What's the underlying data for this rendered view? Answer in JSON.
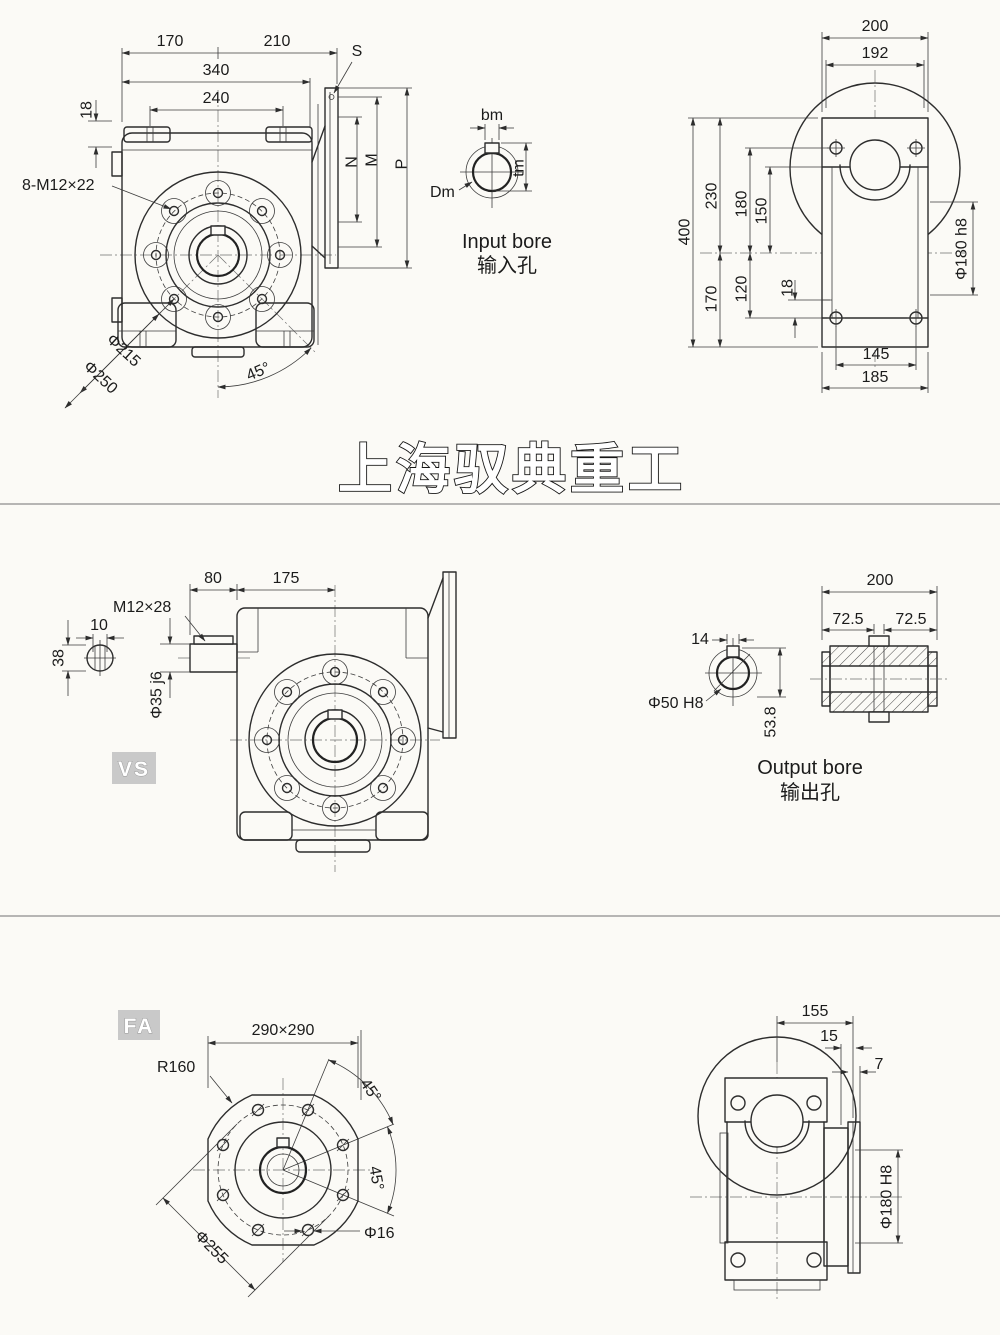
{
  "watermark": "上海驭典重工",
  "section_input": {
    "front": {
      "dim_170": "170",
      "dim_210": "210",
      "dim_340": "340",
      "dim_240": "240",
      "dim_18": "18",
      "label_bolts": "8-M12×22",
      "dim_phi215": "Φ215",
      "dim_phi250": "Φ250",
      "dim_45": "45°",
      "label_s": "S",
      "label_n": "N",
      "label_m": "M",
      "label_p": "P"
    },
    "bore_detail": {
      "label_bm": "bm",
      "label_tm": "tm",
      "label_dm": "Dm",
      "title_en": "Input bore",
      "title_zh": "输入孔"
    },
    "side": {
      "dim_200": "200",
      "dim_192": "192",
      "dim_400": "400",
      "dim_230": "230",
      "dim_180": "180",
      "dim_150": "150",
      "dim_170": "170",
      "dim_120": "120",
      "dim_18": "18",
      "dim_phi180": "Φ180 h8",
      "dim_145": "145",
      "dim_185": "185"
    }
  },
  "section_vs": {
    "tag": "VS",
    "dims": {
      "dim_80": "80",
      "dim_175": "175",
      "thread": "M12×28",
      "dim_10": "10",
      "dim_38": "38",
      "dim_phi35": "Φ35 j6"
    },
    "bore_detail": {
      "dim_14": "14",
      "dim_phi50": "Φ50 H8",
      "dim_538": "53.8",
      "title_en": "Output bore",
      "title_zh": "输出孔"
    },
    "section_view": {
      "dim_200": "200",
      "dim_725_left": "72.5",
      "dim_725_right": "72.5"
    }
  },
  "section_fa": {
    "tag": "FA",
    "front": {
      "dim_sq": "290×290",
      "dim_r160": "R160",
      "dim_45_top": "45°",
      "dim_45_right": "45°",
      "dim_phi16": "Φ16",
      "dim_phi255": "Φ255"
    },
    "side": {
      "dim_155": "155",
      "dim_15": "15",
      "dim_7": "7",
      "dim_phi180": "Φ180 H8"
    }
  }
}
